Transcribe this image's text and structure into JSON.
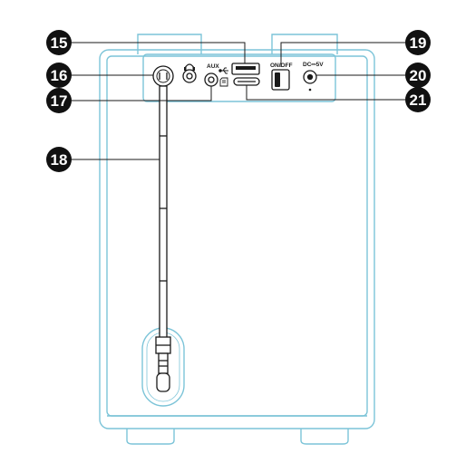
{
  "callouts": [
    {
      "id": "15",
      "label": "15"
    },
    {
      "id": "16",
      "label": "16"
    },
    {
      "id": "17",
      "label": "17"
    },
    {
      "id": "18",
      "label": "18"
    },
    {
      "id": "19",
      "label": "19"
    },
    {
      "id": "20",
      "label": "20"
    },
    {
      "id": "21",
      "label": "21"
    }
  ],
  "port_labels": {
    "aux": "AUX",
    "power_switch": "ON/OFF",
    "dc_input": "DC⎓5V"
  },
  "colors": {
    "outline": "#7cc4d8",
    "ink": "#1a1a1a",
    "callout_fill": "#111111",
    "callout_text": "#ffffff"
  },
  "icons": [
    "headphone-icon",
    "usb-icon",
    "sd-card-icon"
  ]
}
